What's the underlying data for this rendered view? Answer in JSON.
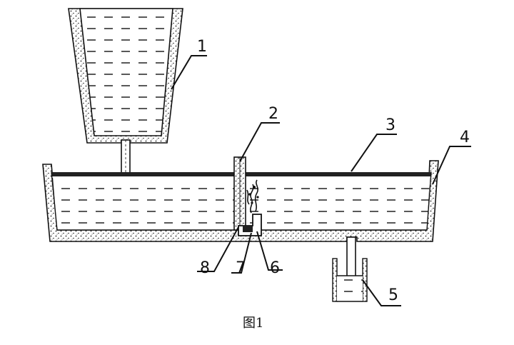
{
  "diagram": {
    "labels": [
      {
        "id": "1",
        "text": "1"
      },
      {
        "id": "2",
        "text": "2"
      },
      {
        "id": "3",
        "text": "3"
      },
      {
        "id": "4",
        "text": "4"
      },
      {
        "id": "5",
        "text": "5"
      },
      {
        "id": "6",
        "text": "6"
      },
      {
        "id": "7",
        "text": "7"
      },
      {
        "id": "8",
        "text": "8"
      }
    ],
    "caption": "图1"
  }
}
